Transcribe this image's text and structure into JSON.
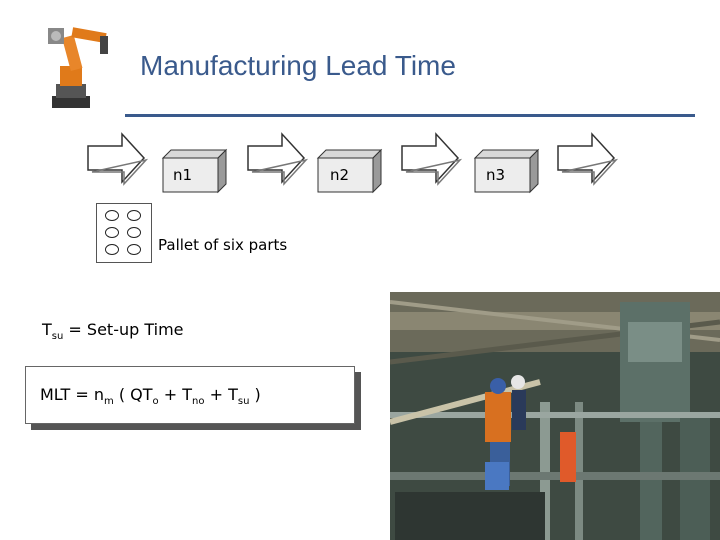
{
  "slide": {
    "title": "Manufacturing Lead Time"
  },
  "flow": {
    "stations": [
      {
        "label": "n1"
      },
      {
        "label": "n2"
      },
      {
        "label": "n3"
      }
    ]
  },
  "pallet": {
    "label": "Pallet of six parts"
  },
  "definition": {
    "symbol": "T",
    "symbol_sub": "su",
    "text": " = Set-up Time"
  },
  "formula": {
    "lhs": "MLT = n",
    "lhs_sub": "m",
    "open": " ( QT",
    "qt_sub": "o",
    "plus1": " + T",
    "tno_sub": "no",
    "plus2": " + T",
    "tsu_sub": "su",
    "close": " )"
  },
  "icons": {
    "logo": "industrial-robot-icon",
    "photo": "factory-workers-photo"
  },
  "colors": {
    "title": "#3a5a8c",
    "rule": "#3a5a8c"
  }
}
